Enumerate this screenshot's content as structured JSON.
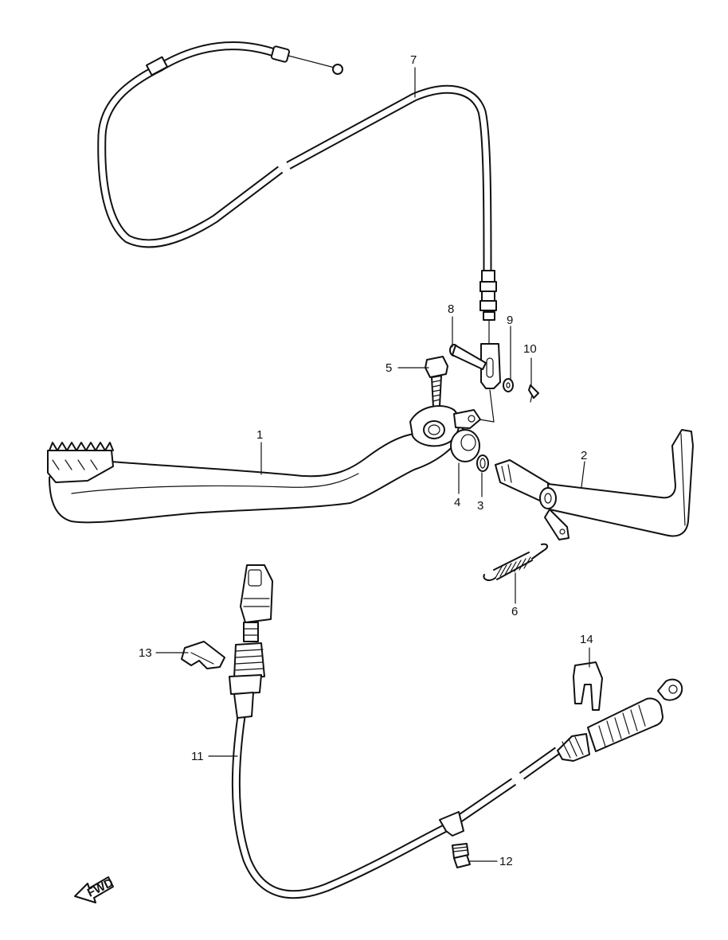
{
  "parts": [
    {
      "id": "1",
      "label": "1"
    },
    {
      "id": "2",
      "label": "2"
    },
    {
      "id": "3",
      "label": "3"
    },
    {
      "id": "4",
      "label": "4"
    },
    {
      "id": "5",
      "label": "5"
    },
    {
      "id": "6",
      "label": "6"
    },
    {
      "id": "7",
      "label": "7"
    },
    {
      "id": "8",
      "label": "8"
    },
    {
      "id": "9",
      "label": "9"
    },
    {
      "id": "10",
      "label": "10"
    },
    {
      "id": "11",
      "label": "11"
    },
    {
      "id": "12",
      "label": "12"
    },
    {
      "id": "13",
      "label": "13"
    },
    {
      "id": "14",
      "label": "14"
    }
  ],
  "direction_indicator": {
    "label": "FWD",
    "icon": "forward-arrow-icon"
  }
}
